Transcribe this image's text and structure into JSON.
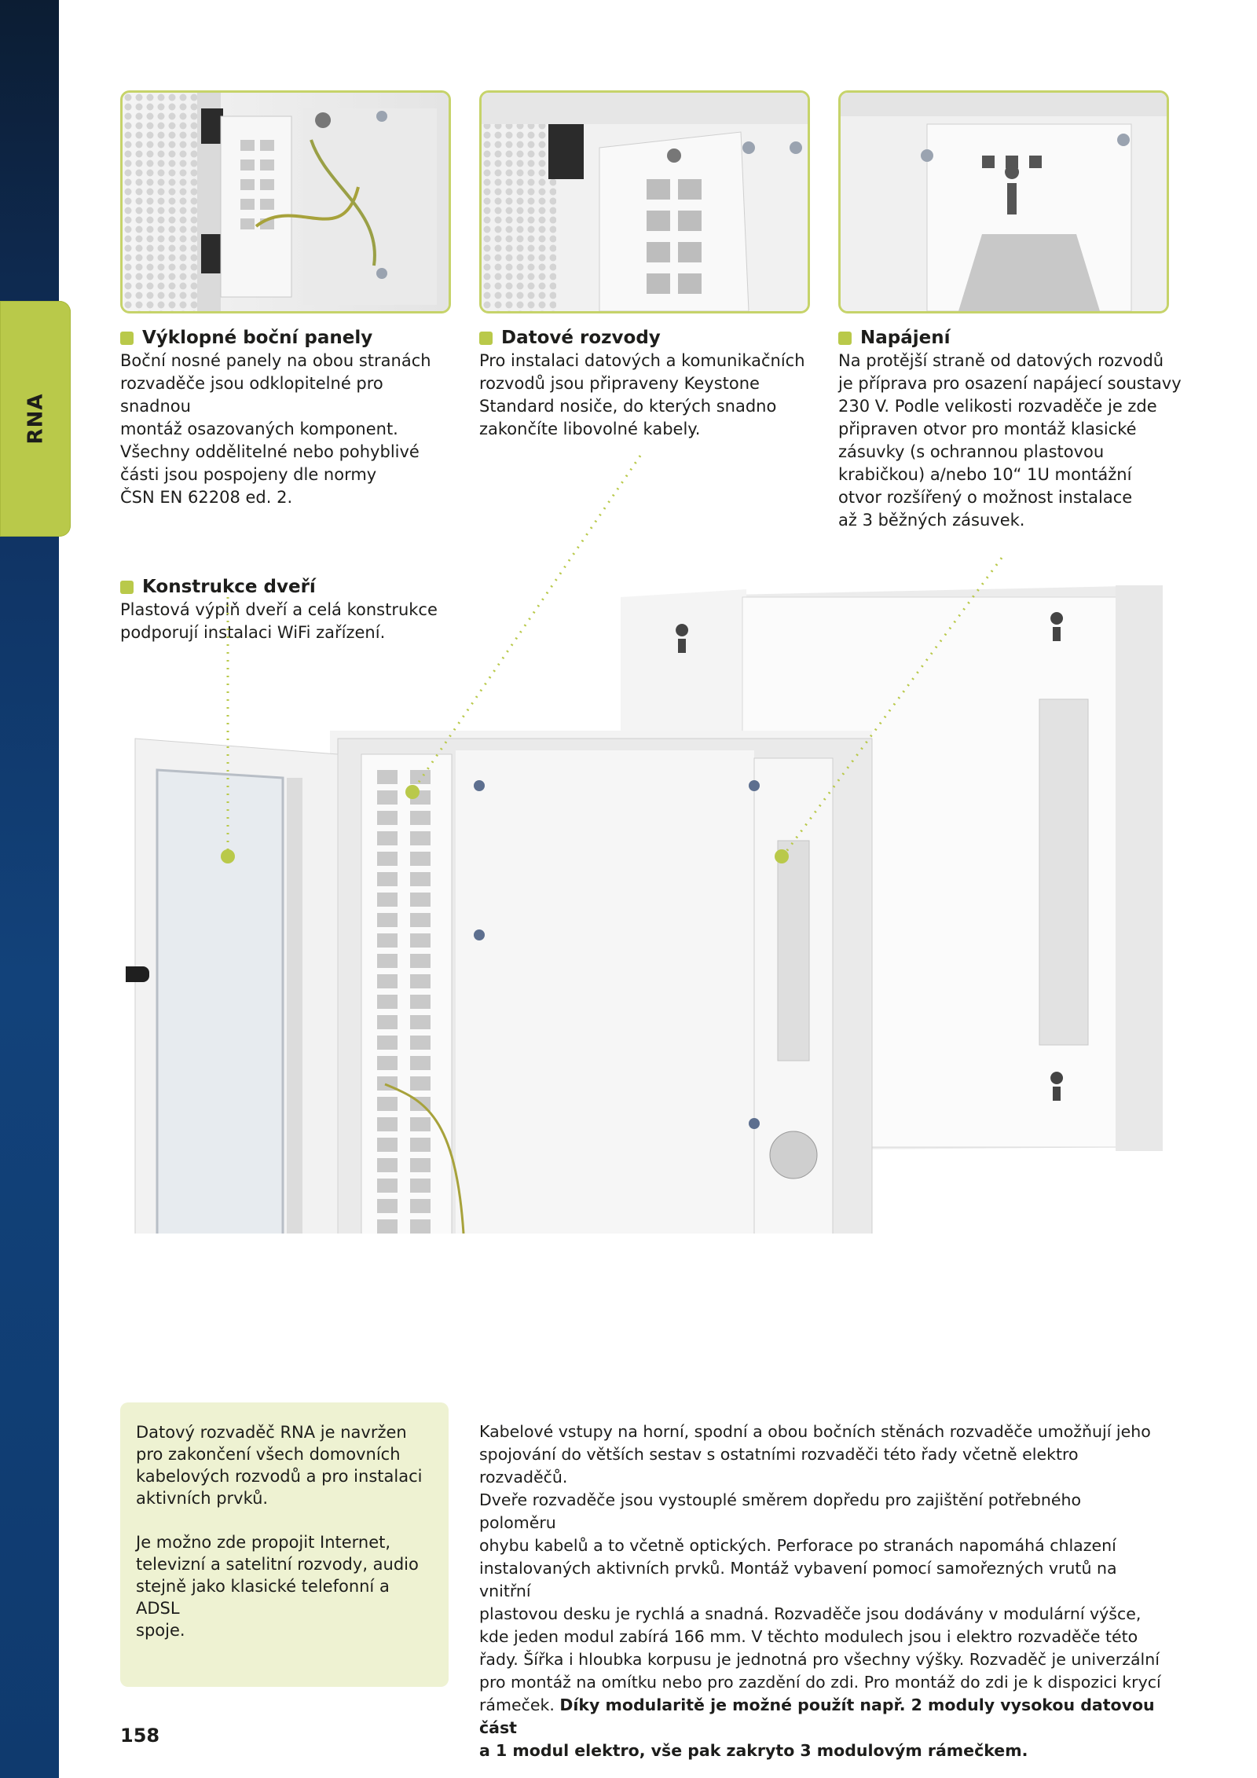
{
  "section_tab": "RNA",
  "colors": {
    "accent": "#b9c94a",
    "sidebar": "#12427a",
    "box_bg": "#eef2d2"
  },
  "features": [
    {
      "title": "Výklopné boční panely",
      "lines": [
        "Boční nosné panely na obou stranách",
        "rozvaděče jsou odklopitelné pro snadnou",
        "montáž osazovaných komponent.",
        "Všechny oddělitelné nebo pohyblivé",
        "části jsou pospojeny dle normy",
        "ČSN EN 62208 ed. 2."
      ]
    },
    {
      "title": "Datové rozvody",
      "lines": [
        "Pro instalaci datových a komunikačních",
        "rozvodů jsou připraveny Keystone",
        "Standard nosiče, do kterých snadno",
        "zakončíte libovolné kabely."
      ]
    },
    {
      "title": "Napájení",
      "lines": [
        "Na protější straně od datových rozvodů",
        "je příprava pro osazení napájecí soustavy",
        "230 V. Podle velikosti rozvaděče je zde",
        "připraven otvor pro montáž klasické",
        "zásuvky (s ochrannou plastovou",
        "krabičkou) a/nebo 10“ 1U montážní",
        "otvor rozšířený o možnost instalace",
        "až 3 běžných zásuvek."
      ]
    },
    {
      "title": "Konstrukce dveří",
      "lines": [
        "Plastová výplň dveří a celá konstrukce",
        "podporují instalaci WiFi zařízení."
      ]
    }
  ],
  "info_box": {
    "p1_lines": [
      "Datový rozvaděč RNA je navržen",
      "pro zakončení všech domovních",
      "kabelových rozvodů a pro instalaci",
      "aktivních prvků."
    ],
    "p2_lines": [
      "Je možno zde propojit Internet,",
      "televizní a satelitní rozvody, audio",
      "stejně jako klasické telefonní a ADSL",
      "spoje."
    ]
  },
  "body": {
    "lines": [
      "Kabelové vstupy na horní, spodní a obou bočních stěnách rozvaděče umožňují jeho",
      "spojování do větších sestav s ostatními rozvaděči této řady včetně elektro rozvaděčů.",
      "Dveře rozvaděče jsou vystouplé směrem dopředu pro zajištění potřebného poloměru",
      "ohybu kabelů a to včetně optických. Perforace po stranách napomáhá chlazení",
      "instalovaných aktivních prvků. Montáž vybavení pomocí samořezných vrutů na vnitřní",
      "plastovou desku je rychlá a snadná. Rozvaděče jsou dodávány v modulární výšce,",
      "kde jeden modul zabírá 166 mm. V těchto modulech jsou i elektro rozvaděče této",
      "řady. Šířka i hloubka korpusu je jednotná pro všechny výšky. Rozvaděč je univerzální",
      "pro montáž na omítku nebo pro zazdění do zdi. Pro montáž do zdi je k dispozici krycí"
    ],
    "last_plain": "rámeček. ",
    "bold_1": "Díky modularitě je možné použít např. 2 moduly vysokou datovou část",
    "bold_2": "a 1 modul elektro, vše pak zakryto 3 modulovým rámečkem."
  },
  "page_number": "158"
}
